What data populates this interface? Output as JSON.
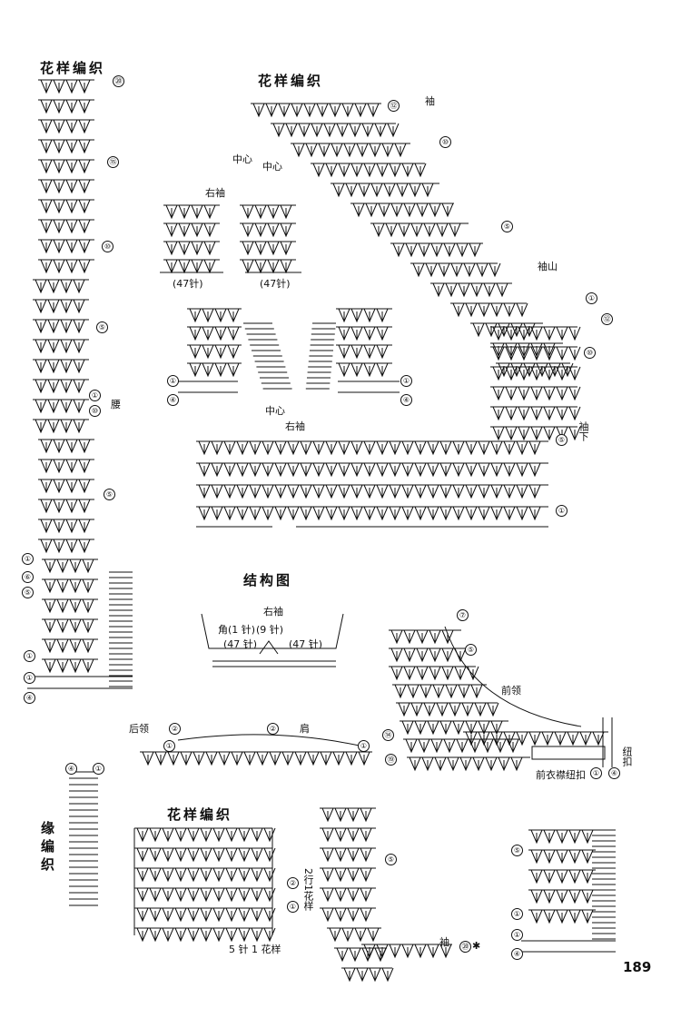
{
  "titles": {
    "pattern_label": "花样编织",
    "structure_label": "结构图",
    "edging_label": "缘编织"
  },
  "labels": {
    "waist": "腰",
    "center": "中心",
    "right_sleeve": "右袖",
    "sleeve": "袖",
    "sleeve_cap": "袖山",
    "sleeve_under": "袖下",
    "stitches_47": "(47针)",
    "stitches_47_sp": "(47 针)",
    "corner_1": "角(1 针)",
    "stitches_9": "(9 针)",
    "back_neck": "后领",
    "shoulder": "肩",
    "front_neck": "前领",
    "button": "纽扣",
    "front_placket_button": "前衣襟纽扣",
    "two_rows_one_pattern": "2行1花样",
    "five_st_one_pattern": "5 针 1 花样",
    "star": "✱"
  },
  "markers": {
    "r1": "①",
    "r2": "②",
    "r4": "④",
    "r5": "⑤",
    "r6": "⑥",
    "r7": "⑦",
    "r10": "⑩",
    "r12": "⑫",
    "r14": "⑭",
    "r15": "⑮",
    "r19": "⑲",
    "r20": "⑳"
  },
  "page_number": "189"
}
